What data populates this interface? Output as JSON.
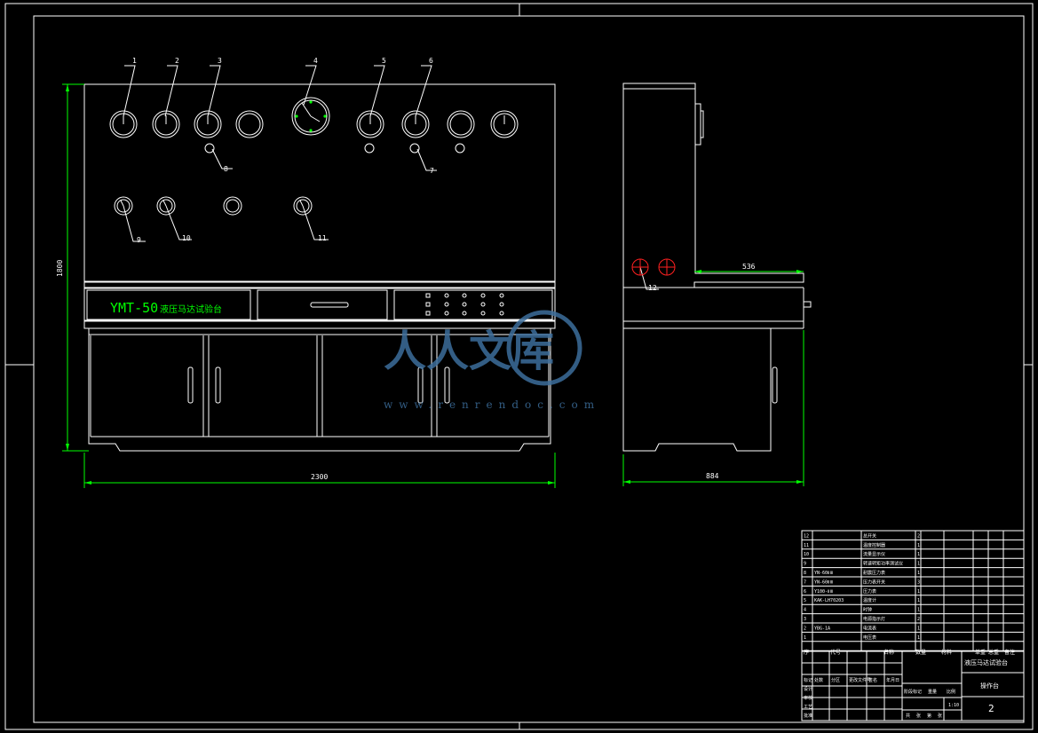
{
  "panel": {
    "model_label": "YMT-50",
    "model_cn": "液压马达试验台"
  },
  "callouts": [
    "1",
    "2",
    "3",
    "4",
    "5",
    "6",
    "7",
    "8",
    "9",
    "10",
    "11",
    "12"
  ],
  "dimensions": {
    "width": "2300",
    "height": "1800",
    "depth_top": "536",
    "depth_bottom": "884"
  },
  "title_block": {
    "drawing_name": "液压马达试验台",
    "sub_name": "操作台",
    "sheet_no": "2",
    "header": [
      "序",
      "代号",
      "名称",
      "数量",
      "材料",
      "单重",
      "总重",
      "备注"
    ],
    "parts": [
      {
        "no": "12",
        "code": "",
        "name": "总开关",
        "qty": "2"
      },
      {
        "no": "11",
        "code": "",
        "name": "温度控制器",
        "qty": "1"
      },
      {
        "no": "10",
        "code": "",
        "name": "流量显示仪",
        "qty": "1"
      },
      {
        "no": "9",
        "code": "",
        "name": "转速转矩功率测试仪",
        "qty": "1"
      },
      {
        "no": "8",
        "code": "YN-60ⅡⅢ",
        "name": "耐震压力表",
        "qty": "1"
      },
      {
        "no": "7",
        "code": "YN-60ⅡⅢ",
        "name": "压力表开关",
        "qty": "3"
      },
      {
        "no": "6",
        "code": "Y100-ⅡⅢ",
        "name": "压力表",
        "qty": "1"
      },
      {
        "no": "5",
        "code": "KAK-LH70203",
        "name": "温度计",
        "qty": "1"
      },
      {
        "no": "4",
        "code": "",
        "name": "时钟",
        "qty": "1"
      },
      {
        "no": "3",
        "code": "",
        "name": "电源指示灯",
        "qty": "2"
      },
      {
        "no": "2",
        "code": "YBG-1A",
        "name": "电流表",
        "qty": "1"
      },
      {
        "no": "1",
        "code": "",
        "name": "电压表",
        "qty": "1"
      }
    ],
    "sign_rows": [
      "标记",
      "设计",
      "审核",
      "工艺",
      "批准"
    ],
    "sign_cols": [
      "处数",
      "分区",
      "更改文件号",
      "签名",
      "年月日"
    ],
    "stage_labels": [
      "阶段标记",
      "重量",
      "比例"
    ],
    "scale": "1:10",
    "sheet_labels": [
      "共",
      "张",
      "第",
      "张"
    ]
  },
  "watermark": {
    "text": "人人文库",
    "url": "www.renrendoc.com"
  }
}
